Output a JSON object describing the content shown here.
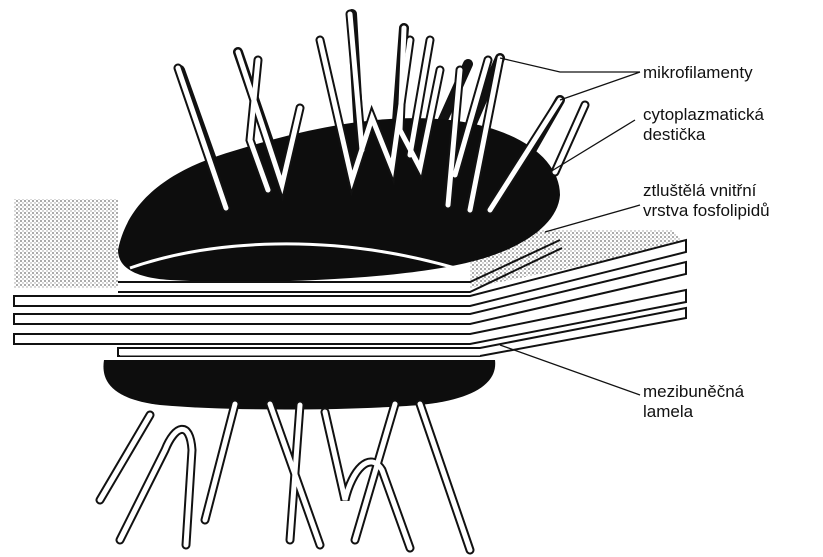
{
  "labels": {
    "mikrofilamenty": "mikrofilamenty",
    "cytoplazmaticka_line1": "cytoplazmatická",
    "cytoplazmaticka_line2": "destička",
    "ztlustela_line1": "ztluštělá vnitřní",
    "ztlustela_line2": "vrstva fosfolipidů",
    "mezibunecna_line1": "mezibuněčná",
    "mezibunecna_line2": "lamela"
  },
  "colors": {
    "ink": "#111111",
    "plaque": "#0d0d0d",
    "fibre": "#ffffff",
    "stipple": "#8a8a8a",
    "background": "#ffffff"
  }
}
